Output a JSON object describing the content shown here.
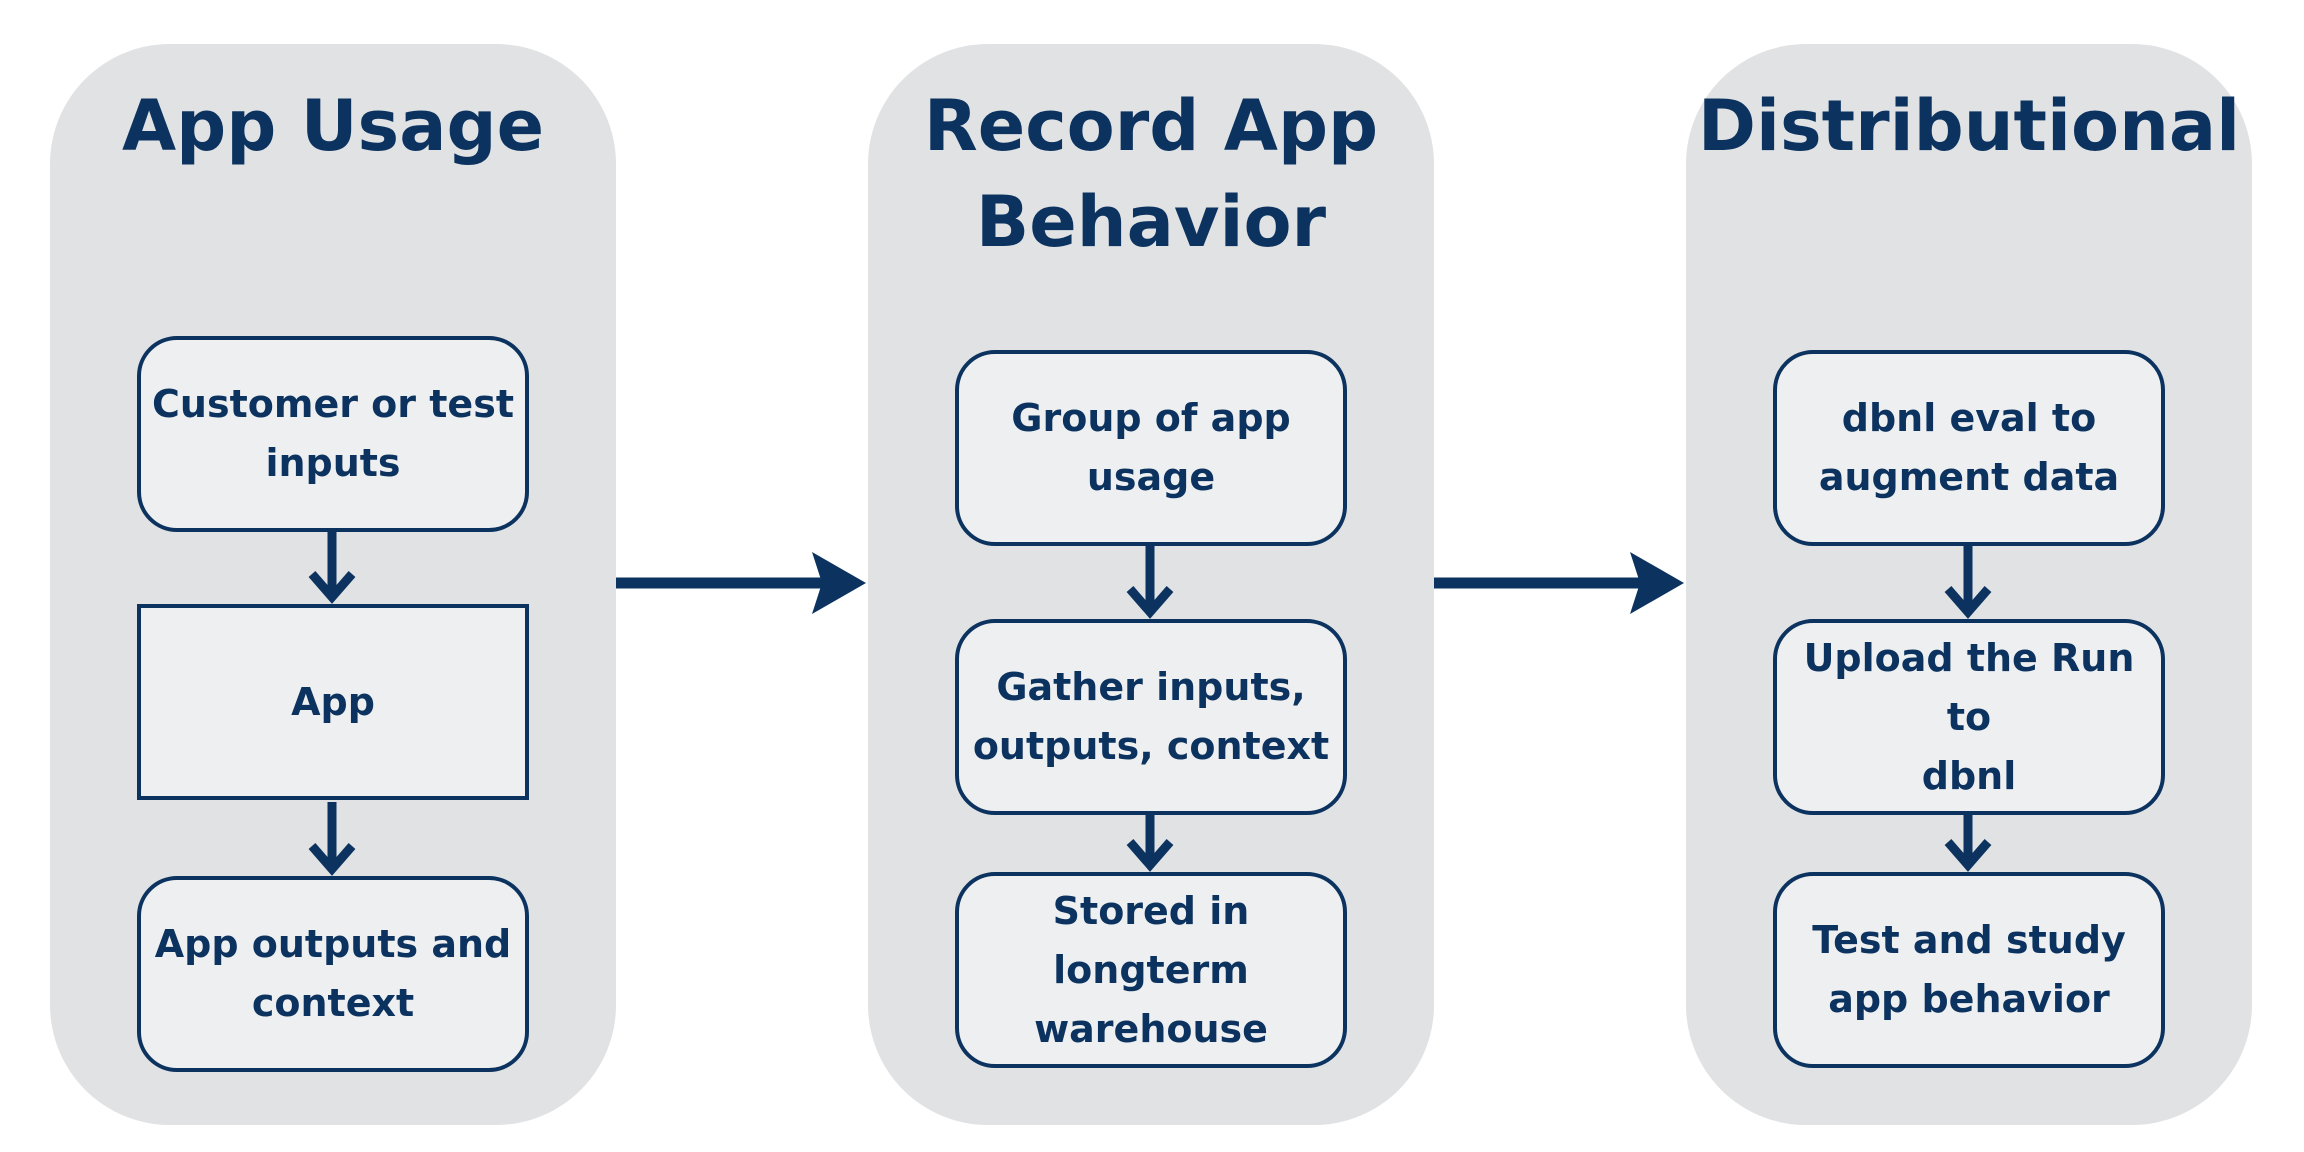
{
  "diagram": {
    "colors": {
      "panel": "#e1e2e4",
      "box": "#eeeff0",
      "ink": "#0c335f",
      "background": "#ffffff"
    },
    "columns": [
      {
        "title": "App Usage",
        "boxes": [
          {
            "label": "Customer or test\ninputs",
            "shape": "rounded"
          },
          {
            "label": "App",
            "shape": "square"
          },
          {
            "label": "App outputs and\ncontext",
            "shape": "rounded"
          }
        ]
      },
      {
        "title": "Record App\nBehavior",
        "boxes": [
          {
            "label": "Group of app\nusage",
            "shape": "rounded"
          },
          {
            "label": "Gather inputs,\noutputs, context",
            "shape": "rounded"
          },
          {
            "label": "Stored in\nlongterm\nwarehouse",
            "shape": "rounded"
          }
        ]
      },
      {
        "title": "Distributional",
        "boxes": [
          {
            "label": "dbnl eval to\naugment data",
            "shape": "rounded"
          },
          {
            "label": "Upload the Run to\ndbnl",
            "shape": "rounded"
          },
          {
            "label": "Test and study\napp behavior",
            "shape": "rounded"
          }
        ]
      }
    ]
  }
}
